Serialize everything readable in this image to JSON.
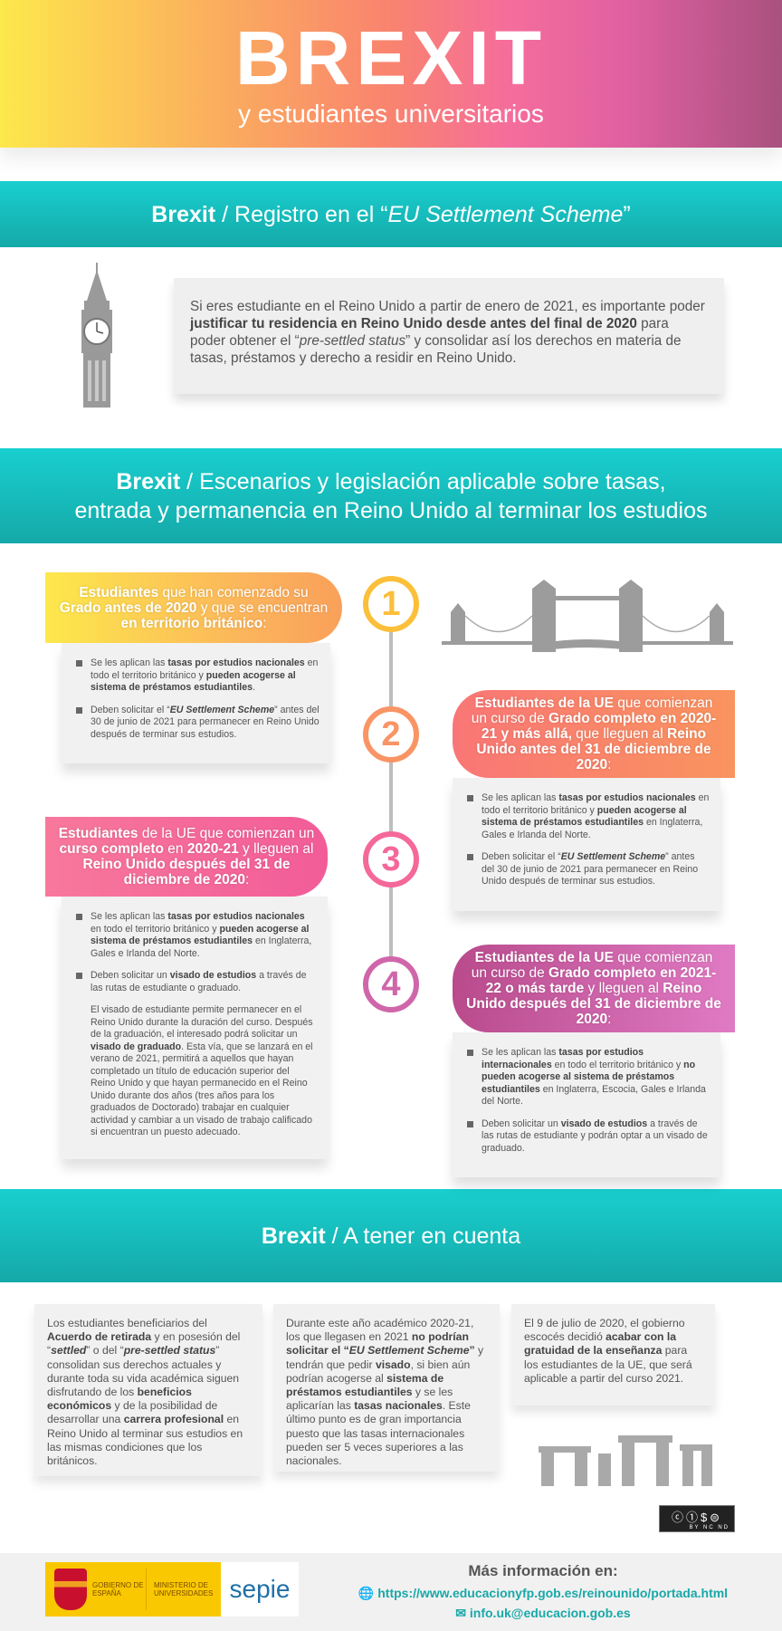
{
  "hero": {
    "title": "BREXIT",
    "subtitle": "y estudiantes universitarios"
  },
  "section1": {
    "brand": "Brexit",
    "title_rest": " / Registro en el “",
    "title_italic": "EU Settlement Scheme",
    "title_end": "”",
    "text": [
      {
        "t": "Si eres estudiante en el Reino Unido a partir de enero de 2021, es importante poder "
      },
      {
        "t": "justificar tu residencia en Reino Unido desde antes del final de 2020",
        "s": "b"
      },
      {
        "t": " para poder obtener el “"
      },
      {
        "t": "pre-settled status",
        "s": "i"
      },
      {
        "t": "” y consolidar así los derechos en materia de tasas, préstamos y derecho a residir en Reino Unido."
      }
    ]
  },
  "section2": {
    "brand": "Brexit",
    "title_line1": " / Escenarios y legislación aplicable sobre tasas,",
    "title_line2": "entrada y permanencia en Reino Unido al terminar los estudios",
    "scenarios": [
      {
        "number": "1",
        "color": "#fbbf3a",
        "header": [
          {
            "t": "Estudiantes",
            "s": "b"
          },
          {
            "t": " que han comenzado su "
          },
          {
            "t": "Grado antes de 2020",
            "s": "b"
          },
          {
            "t": " y que se encuentran "
          },
          {
            "t": "en territorio británico",
            "s": "b"
          },
          {
            "t": ":"
          }
        ],
        "bullets": [
          [
            {
              "t": "Se les aplican las "
            },
            {
              "t": "tasas por estudios nacionales",
              "s": "b"
            },
            {
              "t": " en todo el territorio británico y "
            },
            {
              "t": "pueden acogerse al sistema de préstamos estudiantiles",
              "s": "b"
            },
            {
              "t": "."
            }
          ],
          [
            {
              "t": "Deben solicitar el “"
            },
            {
              "t": "EU Settlement Scheme",
              "s": "bi"
            },
            {
              "t": "” antes del 30 de junio de 2021 para permanecer en Reino Unido después de terminar sus estudios."
            }
          ]
        ]
      },
      {
        "number": "2",
        "color": "#f99465",
        "header": [
          {
            "t": "Estudiantes de la UE",
            "s": "b"
          },
          {
            "t": " que comienzan un curso de "
          },
          {
            "t": "Grado completo en 2020-21 y más allá,",
            "s": "b"
          },
          {
            "t": " que lleguen al "
          },
          {
            "t": "Reino Unido antes del 31 de diciembre de 2020",
            "s": "b"
          },
          {
            "t": ":"
          }
        ],
        "bullets": [
          [
            {
              "t": "Se les aplican las "
            },
            {
              "t": "tasas por estudios nacionales",
              "s": "b"
            },
            {
              "t": " en todo el territorio británico y "
            },
            {
              "t": "pueden acogerse al sistema de préstamos estudiantiles",
              "s": "b"
            },
            {
              "t": " en Inglaterra, Gales e Irlanda del Norte."
            }
          ],
          [
            {
              "t": "Deben solicitar el “"
            },
            {
              "t": "EU Settlement Scheme",
              "s": "bi"
            },
            {
              "t": "” antes del 30 de junio de 2021 para permanecer en Reino Unido después de terminar sus estudios."
            }
          ]
        ]
      },
      {
        "number": "3",
        "color": "#f4689a",
        "header": [
          {
            "t": "Estudiantes",
            "s": "b"
          },
          {
            "t": " de la UE que comienzan un "
          },
          {
            "t": "curso completo",
            "s": "b"
          },
          {
            "t": " en "
          },
          {
            "t": "2020-21",
            "s": "b"
          },
          {
            "t": " y lleguen al "
          },
          {
            "t": "Reino Unido después del 31 de diciembre de 2020",
            "s": "b"
          },
          {
            "t": ":"
          }
        ],
        "bullets": [
          [
            {
              "t": "Se les aplican las "
            },
            {
              "t": "tasas por estudios nacionales",
              "s": "b"
            },
            {
              "t": " en todo el territorio británico y "
            },
            {
              "t": "pueden acogerse al sistema de préstamos estudiantiles",
              "s": "b"
            },
            {
              "t": " en Inglaterra, Gales e Irlanda del Norte."
            }
          ],
          [
            {
              "t": "Deben solicitar un "
            },
            {
              "t": "visado de estudios",
              "s": "b"
            },
            {
              "t": " a través de las rutas de estudiante o graduado."
            }
          ]
        ],
        "extra": [
          {
            "t": "El visado de estudiante permite permanecer en el Reino Unido durante la duración del curso. Después de la graduación, el interesado podrá solicitar un "
          },
          {
            "t": "visado de graduado",
            "s": "b"
          },
          {
            "t": ". Esta vía, que se lanzará en el verano de 2021, permitirá a aquellos que hayan completado un título de educación superior del Reino Unido y que hayan permanecido en el Reino Unido durante dos años (tres años para los graduados de Doctorado) trabajar en cualquier actividad y cambiar a un visado  de trabajo calificado si encuentran un puesto adecuado."
          }
        ]
      },
      {
        "number": "4",
        "color": "#d066aa",
        "header": [
          {
            "t": "Estudiantes de la UE",
            "s": "b"
          },
          {
            "t": " que comienzan un curso de "
          },
          {
            "t": "Grado completo en 2021-22 o más tarde",
            "s": "b"
          },
          {
            "t": " y lleguen al "
          },
          {
            "t": "Reino Unido después del 31 de diciembre de 2020",
            "s": "b"
          },
          {
            "t": ":"
          }
        ],
        "bullets": [
          [
            {
              "t": "Se les aplican las "
            },
            {
              "t": "tasas por estudios internacionales",
              "s": "b"
            },
            {
              "t": " en todo el territorio británico y "
            },
            {
              "t": "no pueden acogerse al sistema de préstamos estudiantiles",
              "s": "b"
            },
            {
              "t": " en Inglaterra, Escocia, Gales e Irlanda del Norte."
            }
          ],
          [
            {
              "t": "Deben solicitar un "
            },
            {
              "t": "visado de estudios",
              "s": "b"
            },
            {
              "t": " a través de las rutas de estudiante y podrán optar a un visado de  graduado."
            }
          ]
        ]
      }
    ]
  },
  "section3": {
    "brand": "Brexit",
    "title_rest": " / A tener en cuenta",
    "notes": [
      [
        {
          "t": "Los estudiantes beneficiarios del "
        },
        {
          "t": "Acuerdo de retirada",
          "s": "b"
        },
        {
          "t": " y en posesión del “"
        },
        {
          "t": "settled",
          "s": "bi"
        },
        {
          "t": "” o del “"
        },
        {
          "t": "pre-settled status",
          "s": "bi"
        },
        {
          "t": "” consolidan sus derechos actuales y durante toda su vida académica siguen disfrutando de los "
        },
        {
          "t": "beneficios económicos",
          "s": "b"
        },
        {
          "t": " y de la posibilidad de desarrollar una "
        },
        {
          "t": "carrera profesional",
          "s": "b"
        },
        {
          "t": " en Reino Unido al terminar sus estudios en las mismas condiciones que los británicos."
        }
      ],
      [
        {
          "t": "Durante este año académico 2020-21, los que llegasen en 2021 "
        },
        {
          "t": "no podrían solicitar el “",
          "s": "b"
        },
        {
          "t": "EU Settlement Scheme",
          "s": "bi"
        },
        {
          "t": "”",
          "s": "b"
        },
        {
          "t": " y tendrán que pedir "
        },
        {
          "t": "visado",
          "s": "b"
        },
        {
          "t": ", si bien aún podrían acogerse al "
        },
        {
          "t": "sistema de préstamos estudiantiles",
          "s": "b"
        },
        {
          "t": " y se les aplicarían las "
        },
        {
          "t": "tasas nacionales",
          "s": "b"
        },
        {
          "t": ". Este último punto es de gran importancia puesto que las tasas internacionales pueden ser 5 veces superiores a las nacionales."
        }
      ],
      [
        {
          "t": "El 9 de julio de 2020, el gobierno escocés decidió "
        },
        {
          "t": "acabar con la gratuidad de la enseñanza",
          "s": "b"
        },
        {
          "t": " para los estudiantes de la UE, que será aplicable a partir del curso 2021."
        }
      ]
    ]
  },
  "license": {
    "icon": "creative-commons-by-nc-nd",
    "labels": "BY  NC  ND"
  },
  "footer": {
    "gov": "GOBIERNO DE ESPAÑA",
    "ministry": "MINISTERIO DE UNIVERSIDADES",
    "sepie": "sepie",
    "more_info": "Más información en:",
    "url": "https://www.educacionyfp.gob.es/reinounido/portada.html",
    "email": "info.uk@educacion.gob.es"
  },
  "colors": {
    "teal": "#17bcbc",
    "footer_link": "#1aa8a8",
    "bg_card": "#f1f1f1"
  }
}
